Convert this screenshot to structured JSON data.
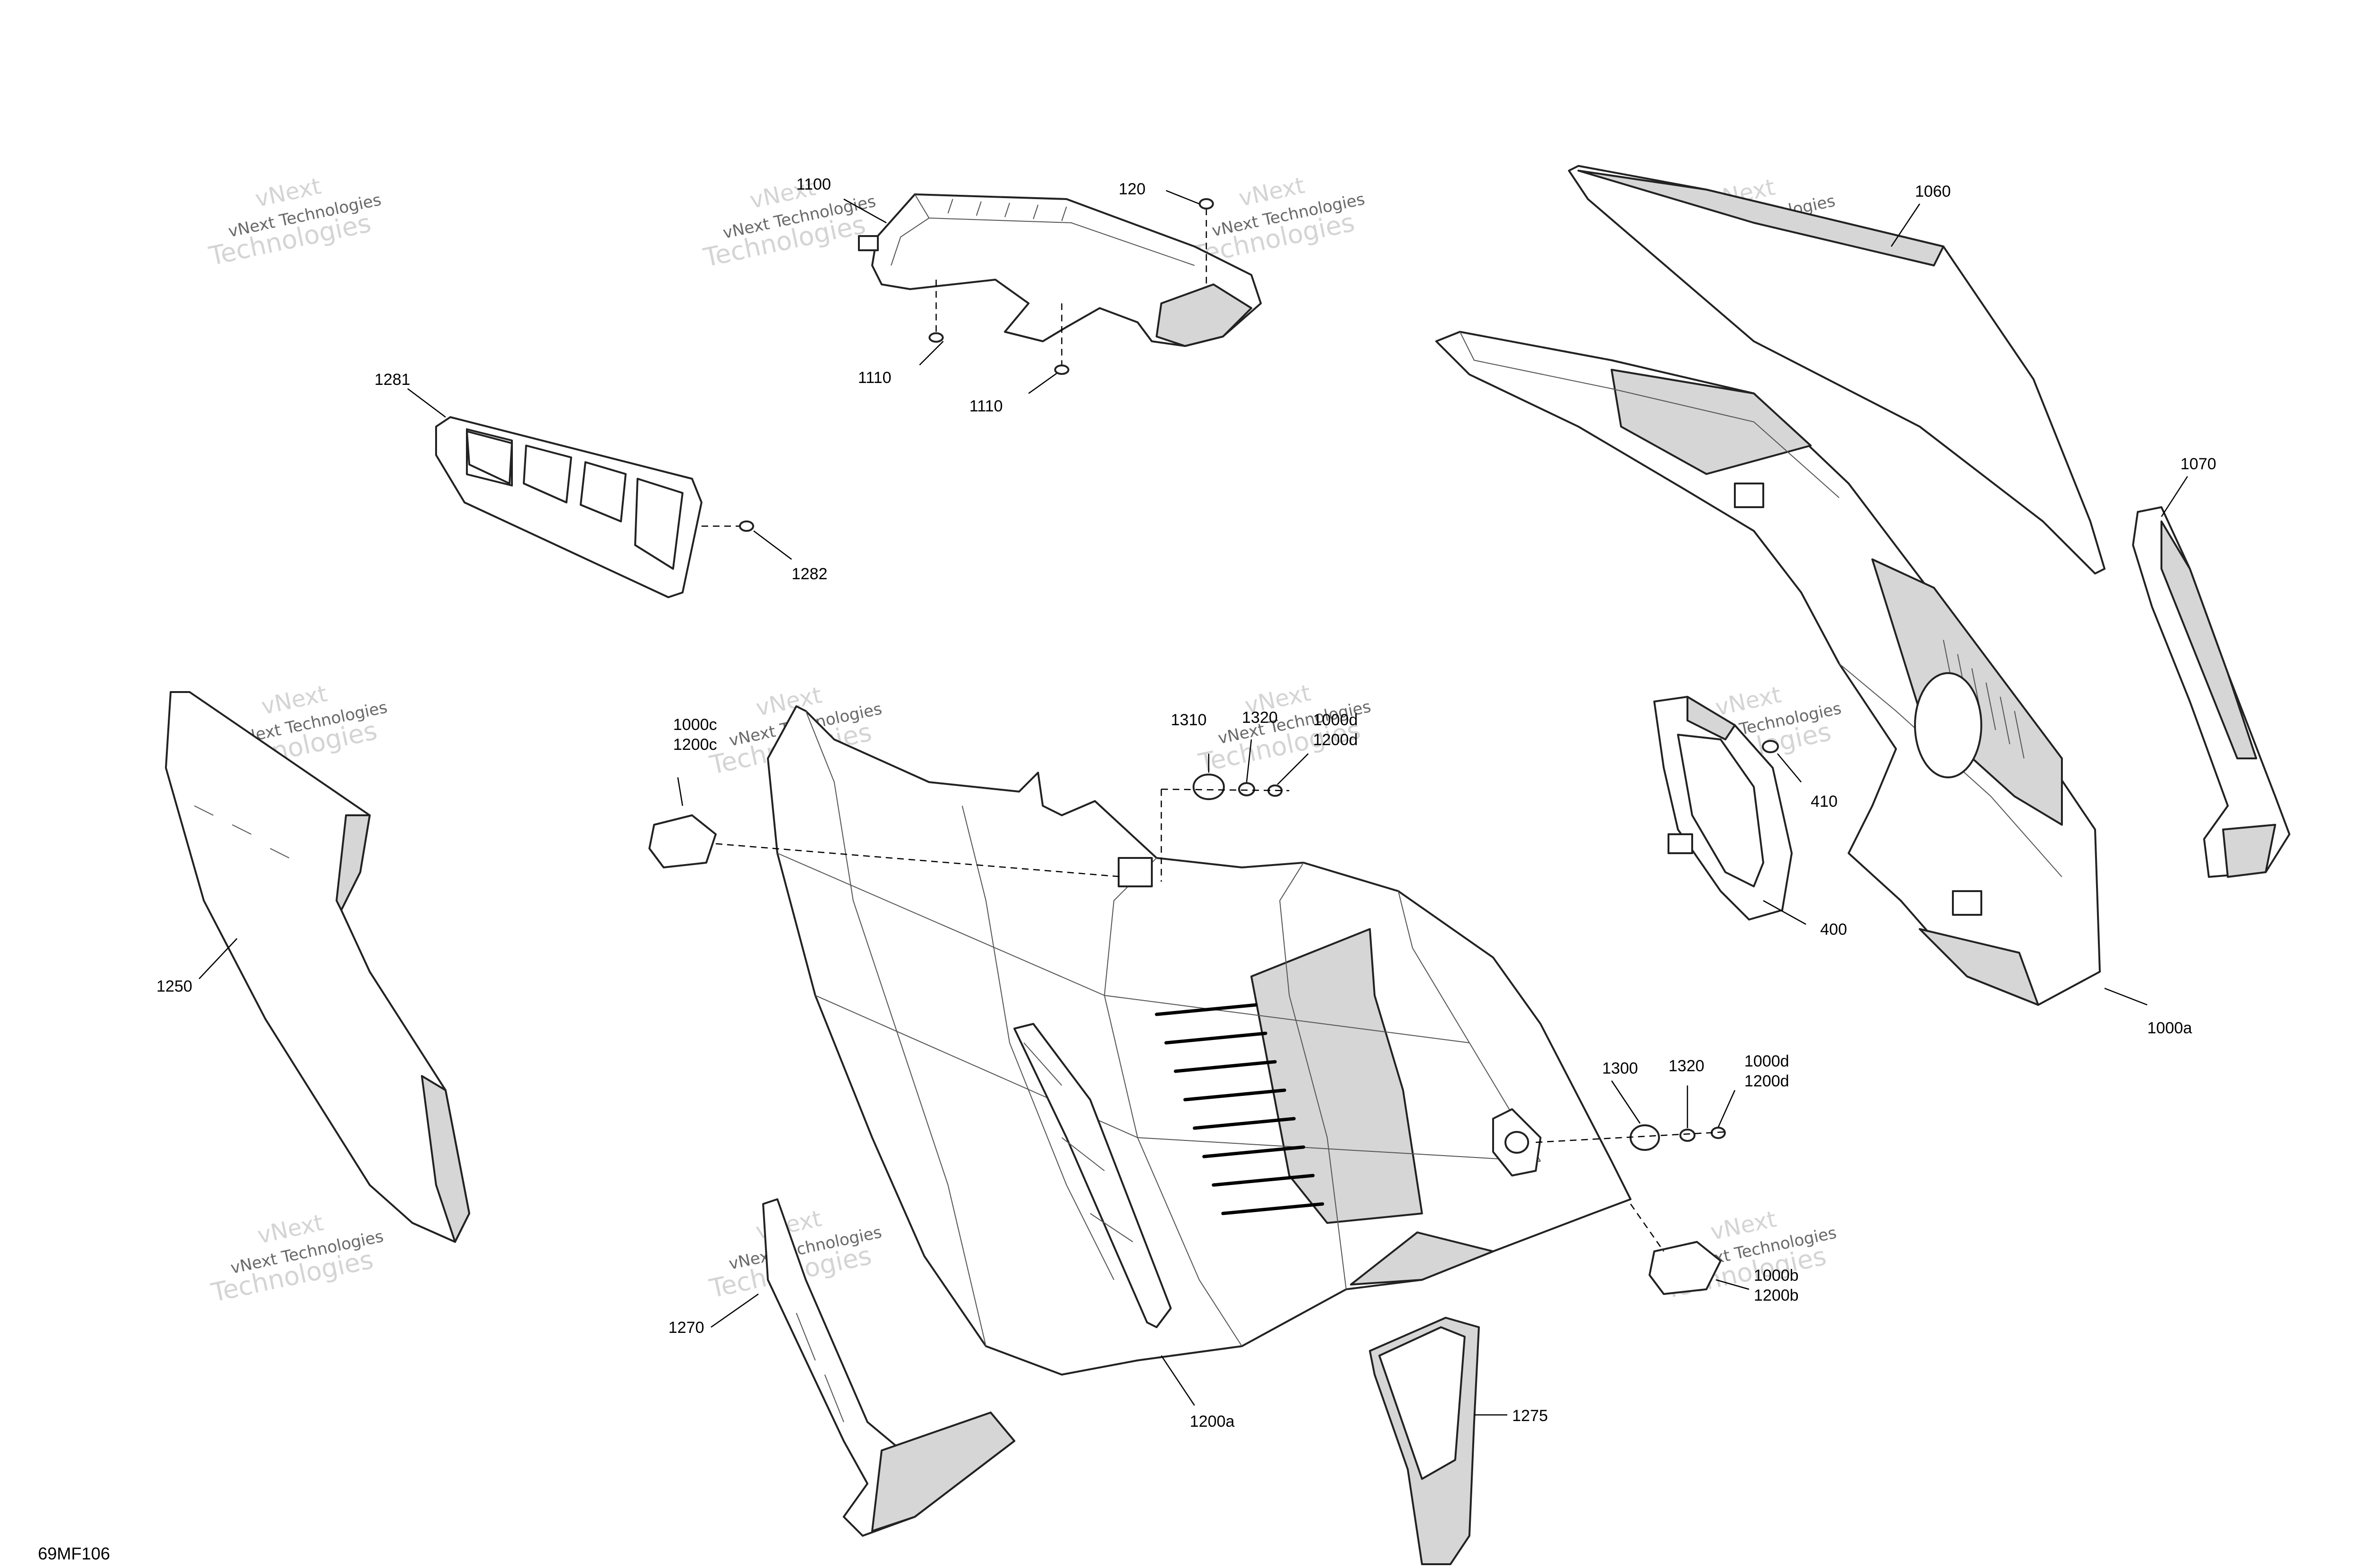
{
  "figure_code": "69MF106",
  "watermark": {
    "line1": "vNext",
    "line2": "vNext Technologies",
    "line3": "Technologies"
  },
  "callouts": {
    "c1100": "1100",
    "c120": "120",
    "c1110a": "1110",
    "c1110b": "1110",
    "c1060": "1060",
    "c1281": "1281",
    "c1282": "1282",
    "c1070": "1070",
    "c1000c": "1000c",
    "c1200c": "1200c",
    "c1310": "1310",
    "c1320a": "1320",
    "c1000d_a": "1000d",
    "c1200d_a": "1200d",
    "c410": "410",
    "c400": "400",
    "c1250": "1250",
    "c1000a": "1000a",
    "c1300": "1300",
    "c1320b": "1320",
    "c1000d_b": "1000d",
    "c1200d_b": "1200d",
    "c1000b": "1000b",
    "c1200b": "1200b",
    "c1270": "1270",
    "c1275": "1275",
    "c1200a": "1200a"
  }
}
